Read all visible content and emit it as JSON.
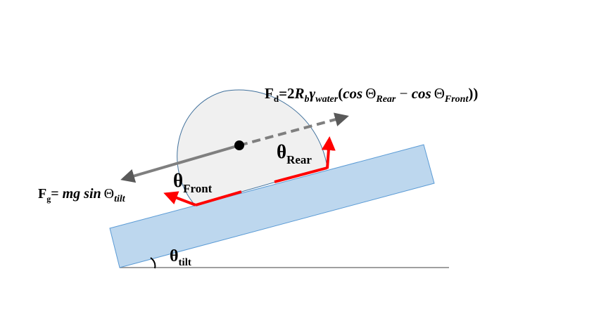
{
  "colors": {
    "plate_fill": "#bdd7ee",
    "plate_stroke": "#5b9bd5",
    "droplet_fill": "#f0f0f0",
    "droplet_stroke": "#41719c",
    "force_line": "#7f7f7f",
    "force_arrow": "#595959",
    "angle_mark": "#ff0000",
    "text": "#000000"
  },
  "labels": {
    "fd_prefix": "F",
    "fd_subscript": "d",
    "fd_equals": "=",
    "fd_two": "2",
    "fd_R": "R",
    "fd_R_sub": "b",
    "fd_gamma": "γ",
    "fd_gamma_sub": "water",
    "fd_open": "(",
    "fd_cos1": "cos",
    "fd_theta1": "Θ",
    "fd_theta1_sub": "Rear",
    "fd_minus": " − ",
    "fd_cos2": "cos",
    "fd_theta2": "Θ",
    "fd_theta2_sub": "Front",
    "fd_close": "))",
    "fg_prefix": "F",
    "fg_subscript": "g",
    "fg_equals": "= ",
    "fg_expr": "mg sin",
    "fg_theta": "Θ",
    "fg_theta_sub": "tilt",
    "theta_rear": "θ",
    "theta_rear_sub": "Rear",
    "theta_front": "θ",
    "theta_front_sub": "Front",
    "theta_tilt": "θ",
    "theta_tilt_sub": "tilt"
  }
}
